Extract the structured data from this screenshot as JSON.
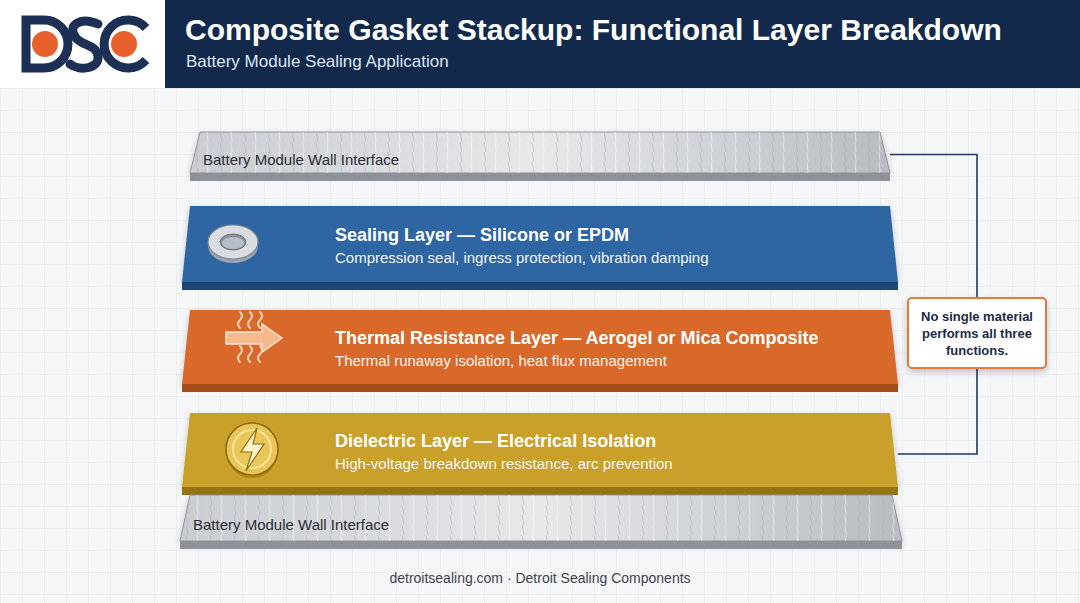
{
  "diagram": {
    "title": "Composite Gasket Stackup: Functional Layer Breakdown",
    "caption": "detroitsealing.com · Detroit Sealing Components",
    "nodes": [
      {
        "text": [
          "Battery Module Wall Interface"
        ]
      },
      {
        "text": [
          "Sealing Layer — Silicone or EPDM",
          "Compression seal, ingress protection, vibration damping"
        ]
      },
      {
        "text": [
          "Thermal Resistance Layer — Aerogel or Mica Composite",
          "Thermal runaway isolation, heat flux management"
        ]
      },
      {
        "text": [
          "Dielectric Layer — Electrical Isolation",
          "High-voltage breakdown resistance, arc prevention"
        ]
      },
      {
        "text": [
          "Battery Module Wall Interface"
        ]
      },
      {
        "text": [
          "No single material performs all three functions."
        ]
      }
    ],
    "edges": [
      {
        "from": 0,
        "to": 5,
        "arrow": "none"
      },
      {
        "from": 3,
        "to": 5,
        "arrow": "none"
      }
    ],
    "labels": [
      "Battery Module Sealing Application"
    ]
  }
}
